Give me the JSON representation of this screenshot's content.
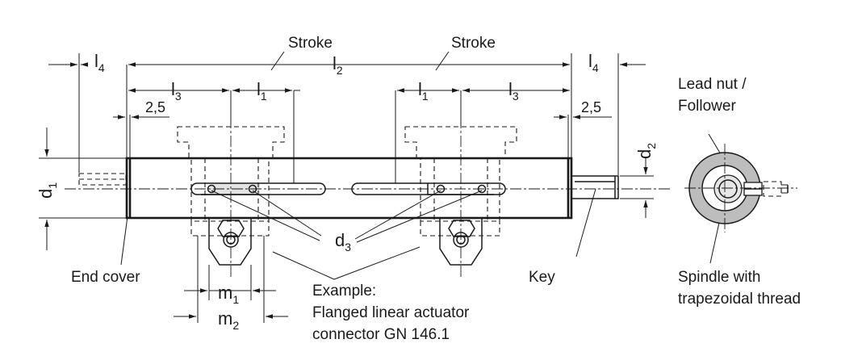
{
  "labels": {
    "stroke_left": "Stroke",
    "stroke_right": "Stroke",
    "lead_nut": "Lead nut /",
    "follower": "Follower",
    "end_cover": "End cover",
    "key": "Key",
    "spindle_1": "Spindle with",
    "spindle_2": "trapezoidal thread",
    "example_1": "Example:",
    "example_2": "Flanged linear actuator",
    "example_3": "connector GN 146.1"
  },
  "dimensions": {
    "l4_left": {
      "base": "l",
      "sub": "4"
    },
    "l4_right": {
      "base": "l",
      "sub": "4"
    },
    "l2": {
      "base": "l",
      "sub": "2"
    },
    "l3_left": {
      "base": "l",
      "sub": "3"
    },
    "l3_right": {
      "base": "l",
      "sub": "3"
    },
    "l1_left": {
      "base": "l",
      "sub": "1"
    },
    "l1_right": {
      "base": "l",
      "sub": "1"
    },
    "d1": {
      "base": "d",
      "sub": "1"
    },
    "d2": {
      "base": "d",
      "sub": "2"
    },
    "d3": {
      "base": "d",
      "sub": "3"
    },
    "m1": {
      "base": "m",
      "sub": "1"
    },
    "m2": {
      "base": "m",
      "sub": "2"
    },
    "gap_left": "2,5",
    "gap_right": "2,5"
  }
}
